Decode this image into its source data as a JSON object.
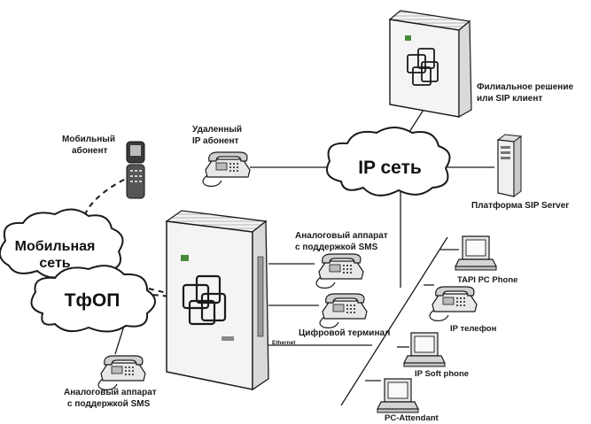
{
  "clouds": {
    "ip": "IP сеть",
    "mobile_line1": "Мобильная",
    "mobile_line2": "сеть",
    "pstn": "ТфОП"
  },
  "labels": {
    "branch_line1": "Филиальное решение",
    "branch_line2": "или SIP клиент",
    "remote_line1": "Удаленный",
    "remote_line2": "IP абонент",
    "mobile_sub_line1": "Мобильный",
    "mobile_sub_line2": "абонент",
    "sip_platform": "Платформа SIP Server",
    "analog_sms_top_line1": "Аналоговый аппарат",
    "analog_sms_top_line2": "с поддержкой SMS",
    "digital_terminal": "Цифровой терминал",
    "ethernet": "Ethernet",
    "analog_sms_bottom_line1": "Аналоговый аппарат",
    "analog_sms_bottom_line2": "с поддержкой SMS",
    "tapi_pc_phone": "TAPI PC Phone",
    "ip_phone": "IP телефон",
    "ip_soft_phone": "IP Soft phone",
    "pc_attendant": "PC-Attendant"
  },
  "colors": {
    "line": "#1a1a1a",
    "device_body": "#f4f4f4",
    "device_shade": "#d9d9d9",
    "cloud_fill": "#ffffff"
  }
}
